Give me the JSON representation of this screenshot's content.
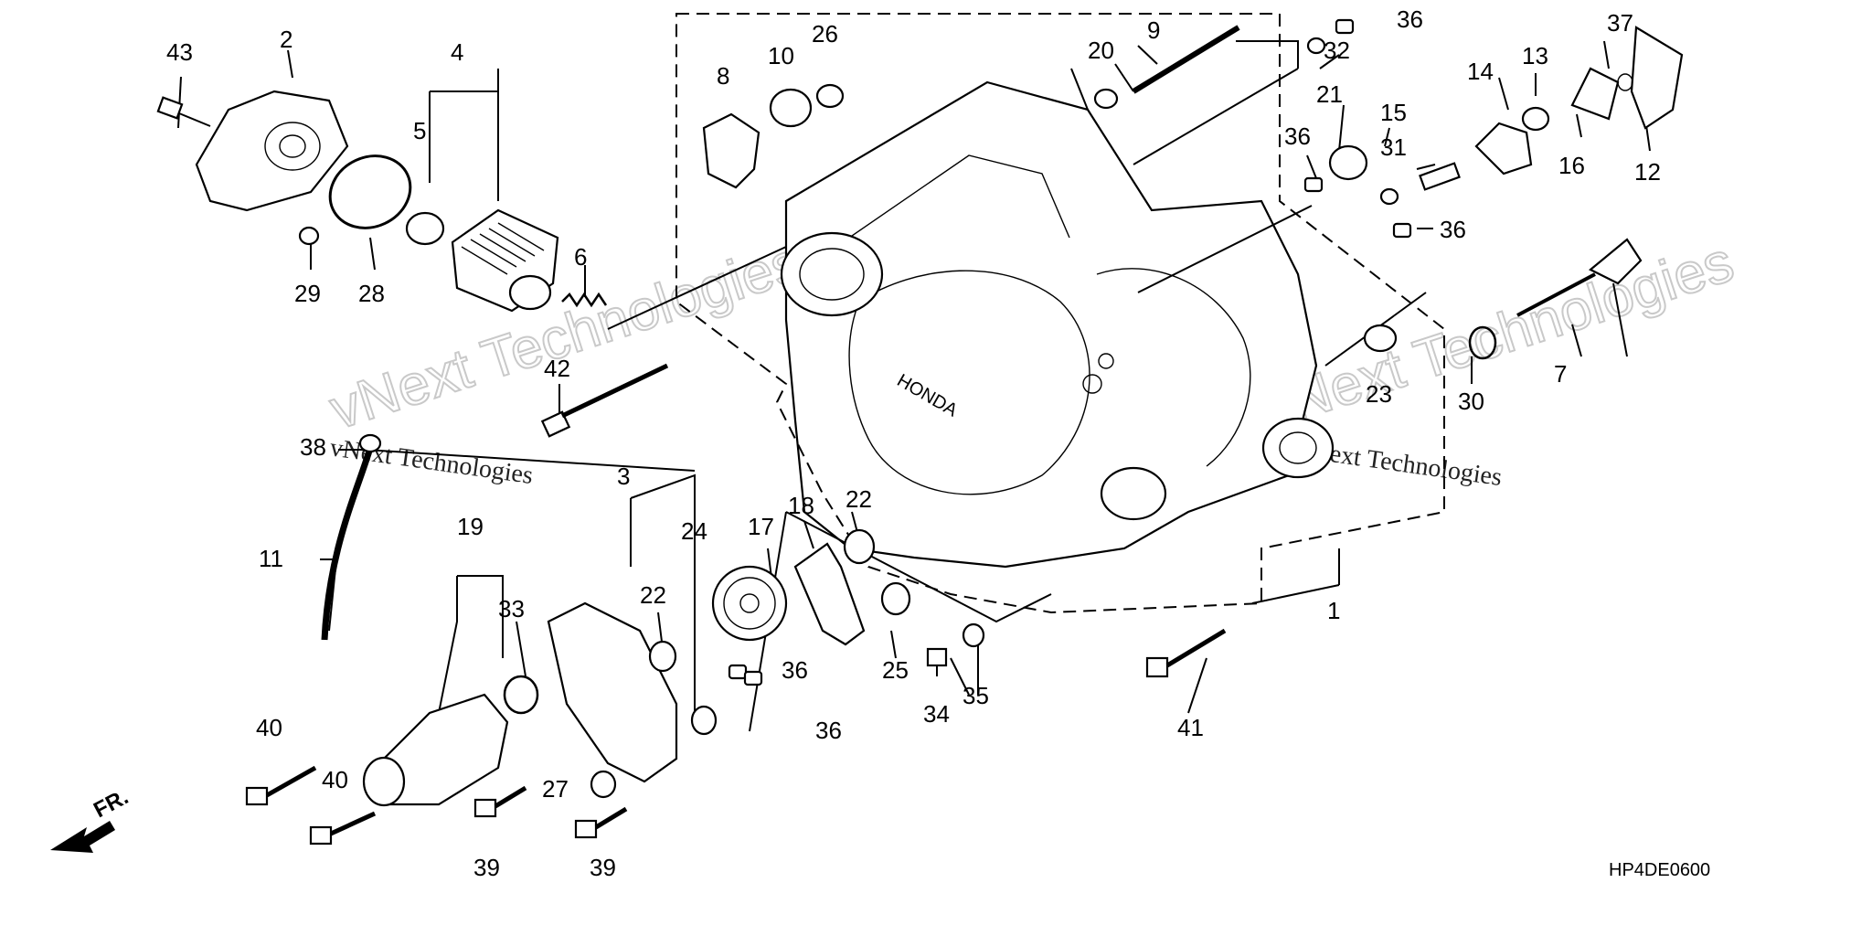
{
  "diagram": {
    "code": "HP4DE0600",
    "front_mark": "FR.",
    "watermark": "vNext Technologies",
    "callouts": [
      "1",
      "2",
      "3",
      "4",
      "5",
      "6",
      "7",
      "8",
      "9",
      "10",
      "11",
      "12",
      "13",
      "14",
      "15",
      "16",
      "17",
      "18",
      "19",
      "20",
      "21",
      "22",
      "22",
      "23",
      "24",
      "25",
      "26",
      "27",
      "28",
      "29",
      "30",
      "31",
      "32",
      "33",
      "34",
      "35",
      "36",
      "36",
      "36",
      "36",
      "36",
      "37",
      "38",
      "39",
      "39",
      "40",
      "40",
      "41",
      "42",
      "43"
    ]
  }
}
